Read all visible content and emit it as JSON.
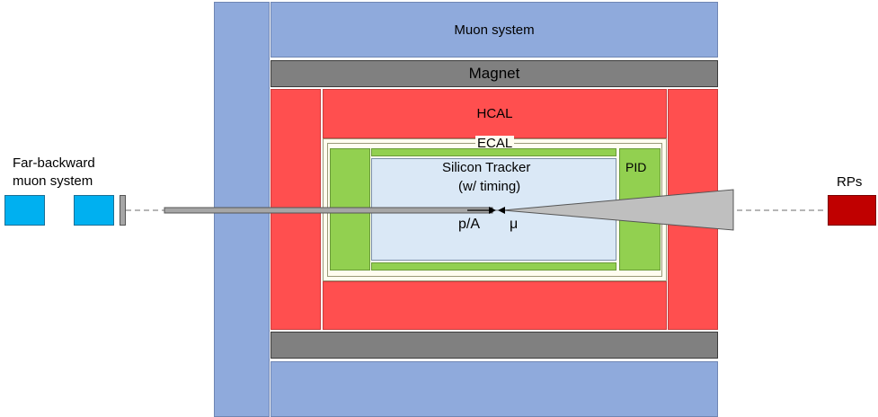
{
  "labels": {
    "muon_system": "Muon system",
    "magnet": "Magnet",
    "hcal": "HCAL",
    "ecal": "ECAL",
    "tracker_line1": "Silicon Tracker",
    "tracker_line2": "(w/ timing)",
    "pid": "PID",
    "rps": "RPs",
    "far_backward_line1": "Far-backward",
    "far_backward_line2": "muon system",
    "beam_left": "p/A",
    "beam_right": "μ"
  },
  "colors": {
    "muon": "#8faadc",
    "hcal": "#ff4f4f",
    "magnet": "#808080",
    "ecal": "#92d050",
    "tracker": "#dae8f6",
    "far_backward": "#00b0f0",
    "rps": "#c00000",
    "beam_cone": "#bfbfbf"
  }
}
